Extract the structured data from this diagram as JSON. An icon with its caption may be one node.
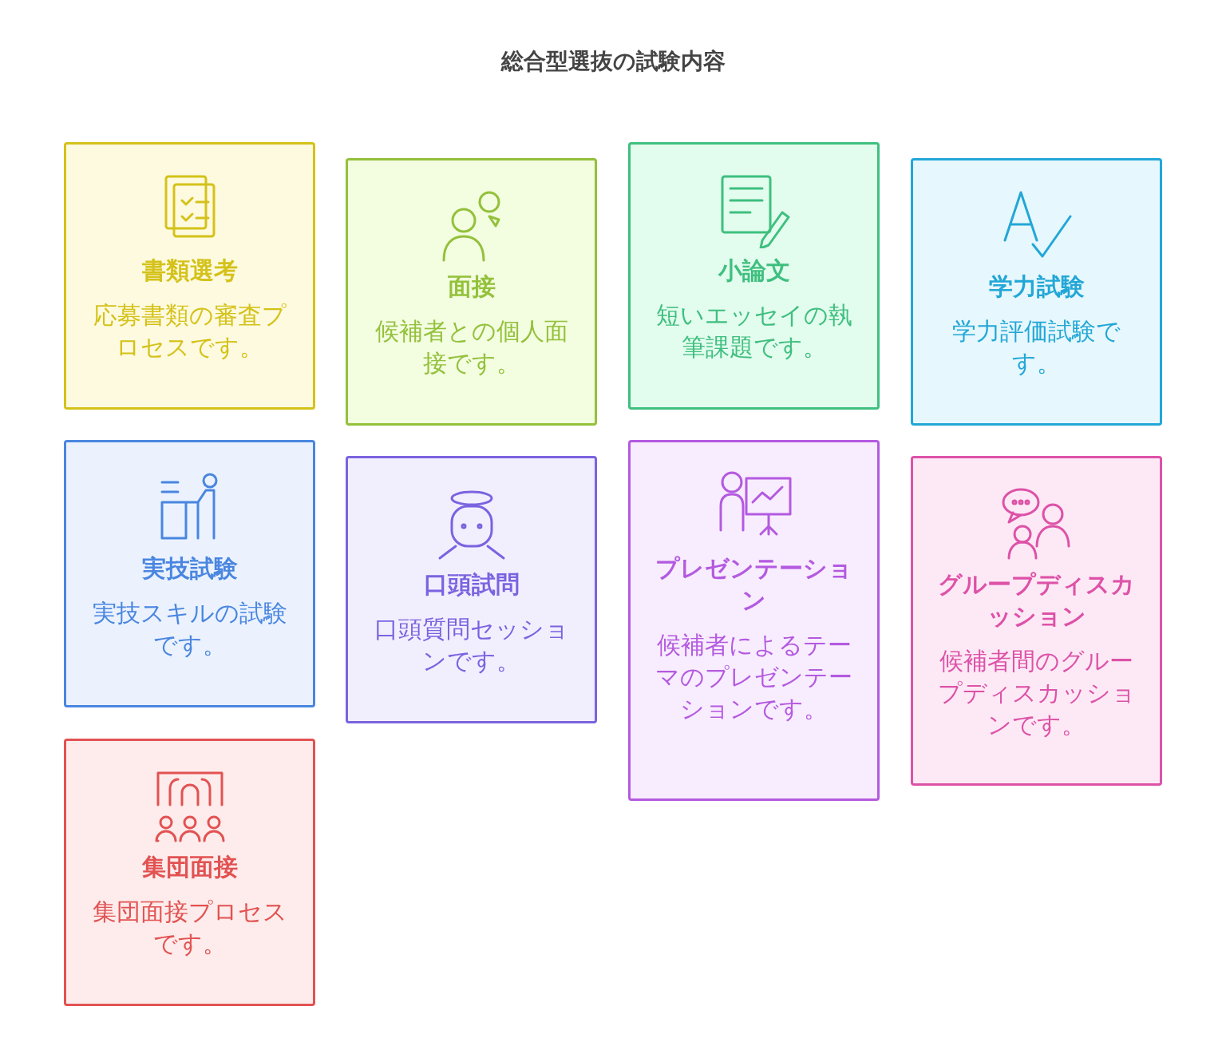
{
  "diagram": {
    "title": "総合型選抜の試験内容",
    "nodes": [
      {
        "text": [
          "書類選考",
          "応募書類の審査プロセスです。"
        ]
      },
      {
        "text": [
          "面接",
          "候補者との個人面接です。"
        ]
      },
      {
        "text": [
          "小論文",
          "短いエッセイの執筆課題です。"
        ]
      },
      {
        "text": [
          "学力試験",
          "学力評価試験です。"
        ]
      },
      {
        "text": [
          "実技試験",
          "実技スキルの試験です。"
        ]
      },
      {
        "text": [
          "口頭試問",
          "口頭質問セッションです。"
        ]
      },
      {
        "text": [
          "プレゼンテーション",
          "候補者によるテーマのプレゼンテーションです。"
        ]
      },
      {
        "text": [
          "グループディスカッション",
          "候補者間のグループディスカッションです。"
        ]
      },
      {
        "text": [
          "集団面接",
          "集団面接プロセスです。"
        ]
      }
    ],
    "edges": []
  }
}
